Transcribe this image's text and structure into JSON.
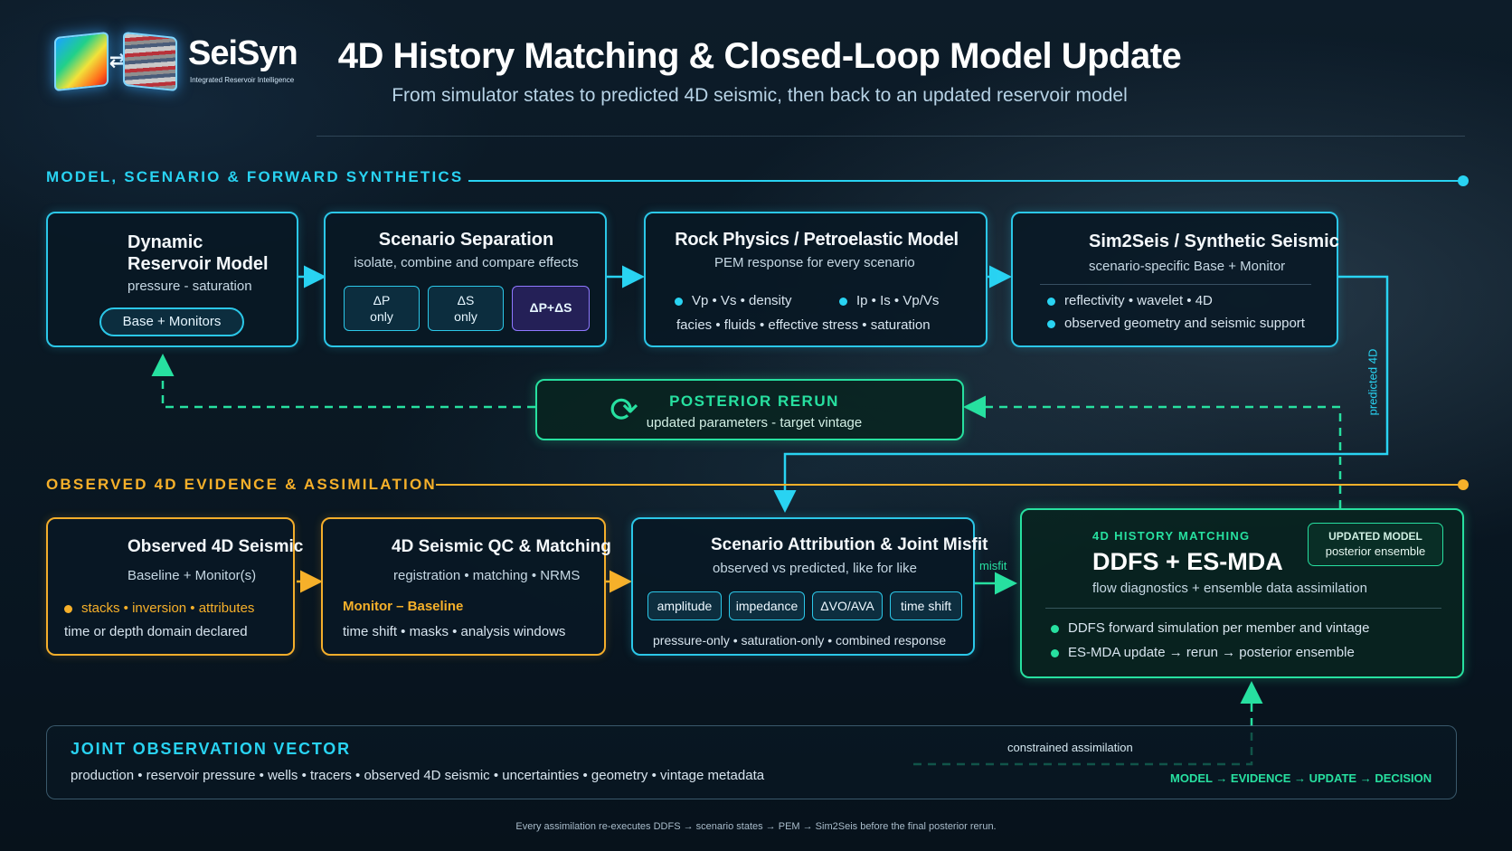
{
  "header": {
    "brand": "SeiSyn",
    "tagline": "Integrated Reservoir Intelligence",
    "title": "4D History Matching & Closed-Loop Model Update",
    "subtitle": "From simulator states to predicted 4D seismic, then back to an updated reservoir model"
  },
  "sections": {
    "top": "MODEL, SCENARIO & FORWARD SYNTHETICS",
    "middle": "OBSERVED 4D EVIDENCE & ASSIMILATION"
  },
  "colors": {
    "cyan": "#29d3f2",
    "orange": "#f6b02a",
    "green": "#27e0a0",
    "purple": "#8f78ff"
  },
  "boxes": {
    "dynamic_model": {
      "title": "Dynamic Reservoir Model",
      "sub": "pressure - saturation",
      "pill": "Base + Monitors"
    },
    "scenario": {
      "title": "Scenario Separation",
      "sub": "isolate, combine and compare effects",
      "chips": [
        {
          "top": "ΔP",
          "bottom": "only"
        },
        {
          "top": "ΔS",
          "bottom": "only"
        },
        {
          "top": "ΔP+ΔS",
          "bottom": ""
        }
      ]
    },
    "rock_physics": {
      "title": "Rock Physics / Petroelastic Model",
      "sub": "PEM response for every scenario",
      "line1a": "Vp • Vs • density",
      "line1b": "Ip • Is • Vp/Vs",
      "line2": "facies • fluids • effective stress • saturation"
    },
    "sim2seis": {
      "title": "Sim2Seis / Synthetic Seismic",
      "sub": "scenario-specific Base + Monitor",
      "line1": "reflectivity • wavelet • 4D",
      "line2": "observed geometry and seismic support"
    },
    "posterior": {
      "title": "POSTERIOR RERUN",
      "sub": "updated parameters - target vintage"
    },
    "observed": {
      "title": "Observed 4D Seismic",
      "sub": "Baseline + Monitor(s)",
      "line1": "stacks • inversion • attributes",
      "line2": "time or depth domain declared"
    },
    "qc": {
      "title": "4D Seismic QC & Matching",
      "sub": "registration • matching • NRMS",
      "line1": "Monitor – Baseline",
      "line2": "time shift • masks • analysis windows"
    },
    "attribution": {
      "title": "Scenario Attribution & Joint Misfit",
      "sub": "observed vs predicted, like for like",
      "chips": [
        "amplitude",
        "impedance",
        "ΔVO/AVA",
        "time shift"
      ],
      "line": "pressure-only • saturation-only • combined response"
    },
    "ddfs": {
      "kicker": "4D HISTORY MATCHING",
      "title": "DDFS + ES-MDA",
      "sub": "flow diagnostics + ensemble data assimilation",
      "badge_title": "UPDATED MODEL",
      "badge_sub": "posterior ensemble",
      "line1": "DDFS forward simulation per member and vintage",
      "line2": "ES-MDA update → rerun → posterior ensemble"
    },
    "joint": {
      "title": "JOINT OBSERVATION VECTOR",
      "line": "production • reservoir pressure • wells • tracers • observed 4D seismic • uncertainties • geometry • vintage metadata",
      "constrained": "constrained assimilation",
      "flow": "MODEL → EVIDENCE → UPDATE → DECISION"
    }
  },
  "connectors": {
    "predicted": "predicted 4D",
    "misfit": "misfit"
  },
  "footer": "Every assimilation re-executes DDFS → scenario states → PEM → Sim2Seis before the final posterior rerun."
}
